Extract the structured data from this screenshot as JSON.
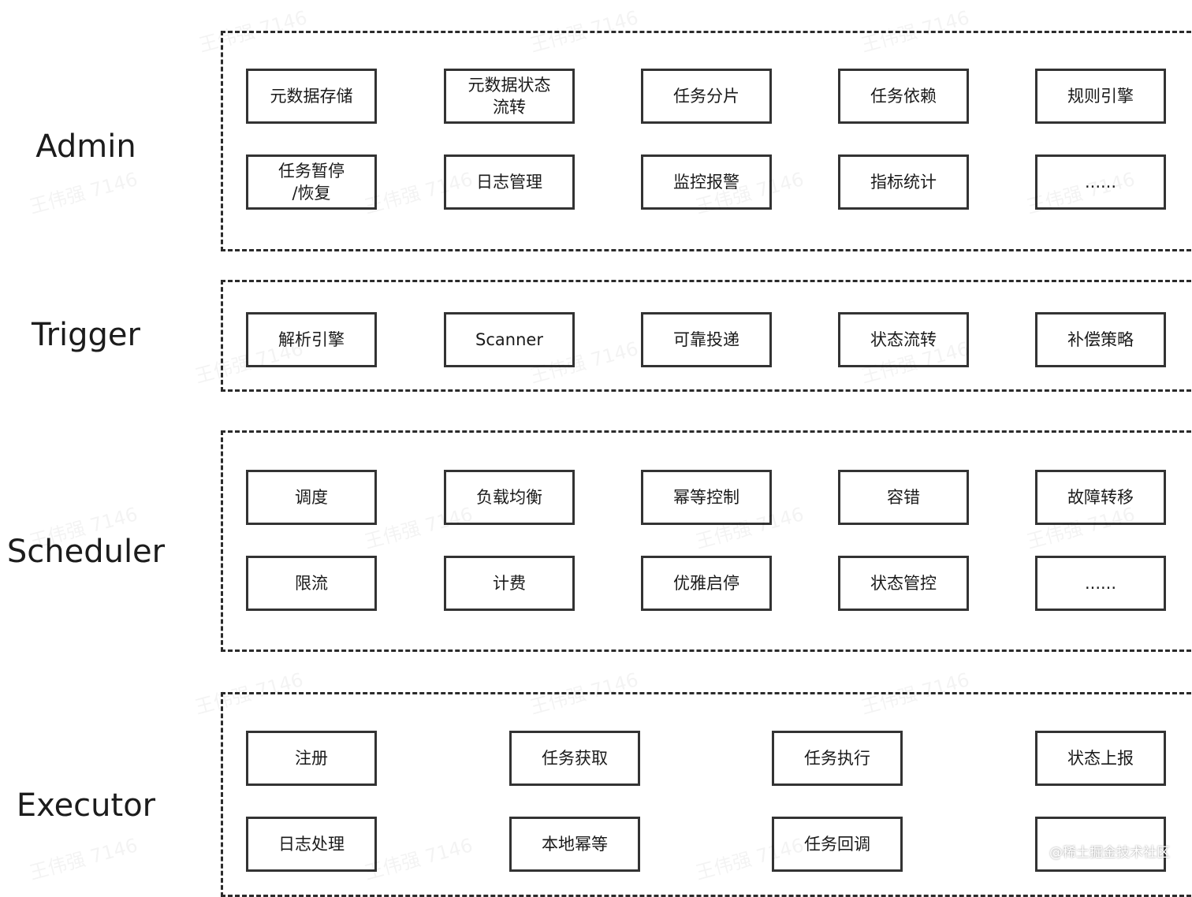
{
  "layers": {
    "admin": {
      "label": "Admin",
      "row1": [
        "元数据存储",
        "元数据状态\n流转",
        "任务分片",
        "任务依赖",
        "规则引擎"
      ],
      "row2": [
        "任务暂停\n/恢复",
        "日志管理",
        "监控报警",
        "指标统计",
        "......"
      ]
    },
    "trigger": {
      "label": "Trigger",
      "row1": [
        "解析引擎",
        "Scanner",
        "可靠投递",
        "状态流转",
        "补偿策略"
      ]
    },
    "scheduler": {
      "label": "Scheduler",
      "row1": [
        "调度",
        "负载均衡",
        "幂等控制",
        "容错",
        "故障转移"
      ],
      "row2": [
        "限流",
        "计费",
        "优雅启停",
        "状态管控",
        "......"
      ]
    },
    "executor": {
      "label": "Executor",
      "row1": [
        "注册",
        "任务获取",
        "任务执行",
        "状态上报"
      ],
      "row2": [
        "日志处理",
        "本地幂等",
        "任务回调",
        ""
      ]
    }
  },
  "watermark": "王伟强 7146",
  "credit": "@稀土掘金技术社区"
}
